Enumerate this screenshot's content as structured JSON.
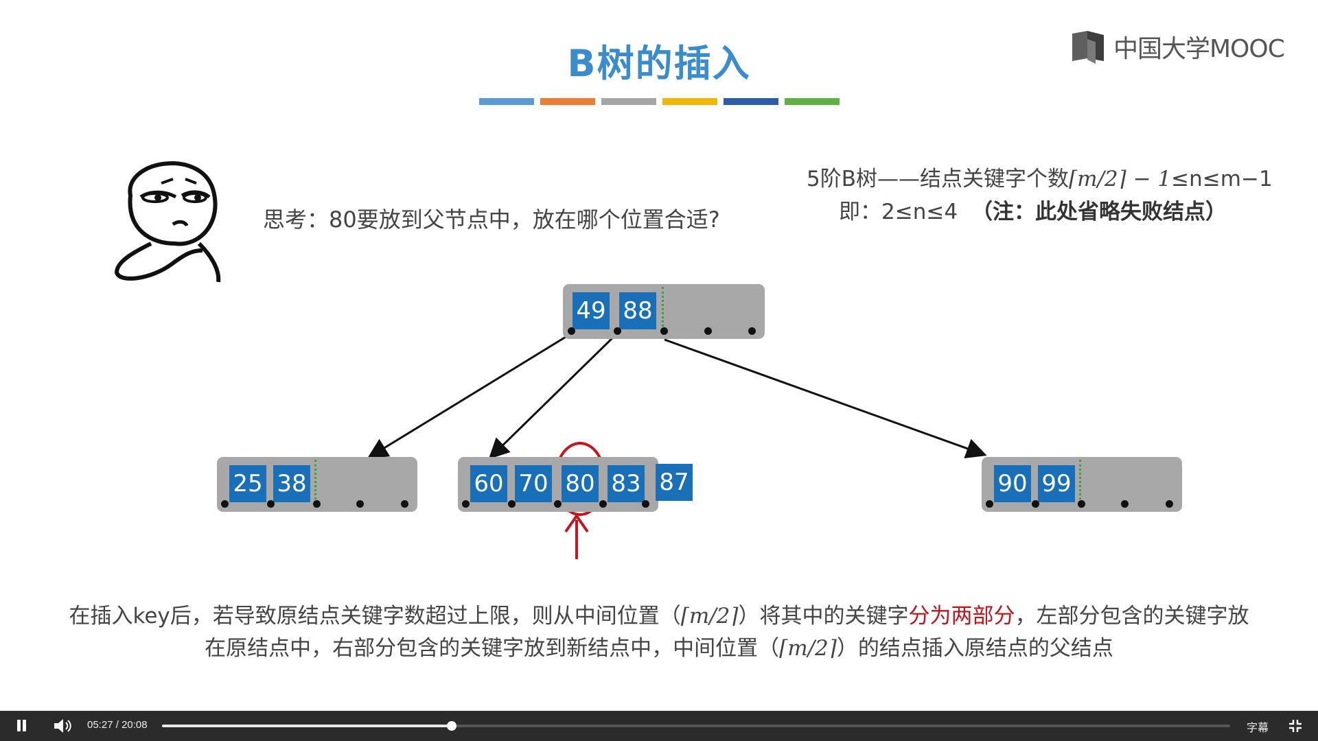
{
  "slide": {
    "title": "B树的插入",
    "title_bar_colors": [
      "#5b9bd5",
      "#ed7d31",
      "#a5a5a5",
      "#f2b800",
      "#2e5cad",
      "#5fb140"
    ],
    "logo_text": "中国大学MOOC",
    "question": "思考：80要放到父节点中，放在哪个位置合适?",
    "info_line1_prefix": "5阶B树——结点关键字个数",
    "info_line1_formula": "⌈m/2⌉ − 1",
    "info_line1_suffix": "≤n≤m−1",
    "info_line2_prefix": "即：2≤n≤4",
    "info_line2_note": "（注：此处省略失败结点）",
    "root_keys": [
      "49",
      "88"
    ],
    "left_keys": [
      "25",
      "38"
    ],
    "middle_keys": [
      "60",
      "70",
      "80",
      "83"
    ],
    "middle_overflow_key": "87",
    "right_keys": [
      "90",
      "99"
    ],
    "desc_part1": "在插入key后，若导致原结点关键字数超过上限，则从中间位置（",
    "desc_formula": "⌈m/2⌉",
    "desc_part2": "）将其中的关键字",
    "desc_highlight": "分为两部分",
    "desc_part3": "，左部分包含的关键字放在原结点中，右部分包含的关键字放到新结点中，中间位置（",
    "desc_part4": "）的结点插入原结点的父结点"
  },
  "player": {
    "current_time": "05:27",
    "separator": "/",
    "total_time": "20:08",
    "progress_fraction": 0.271,
    "subtitle_label": "字幕",
    "pause_icon": "pause-icon",
    "volume_icon": "volume-icon",
    "fullscreen_icon": "exit-fullscreen-icon"
  }
}
